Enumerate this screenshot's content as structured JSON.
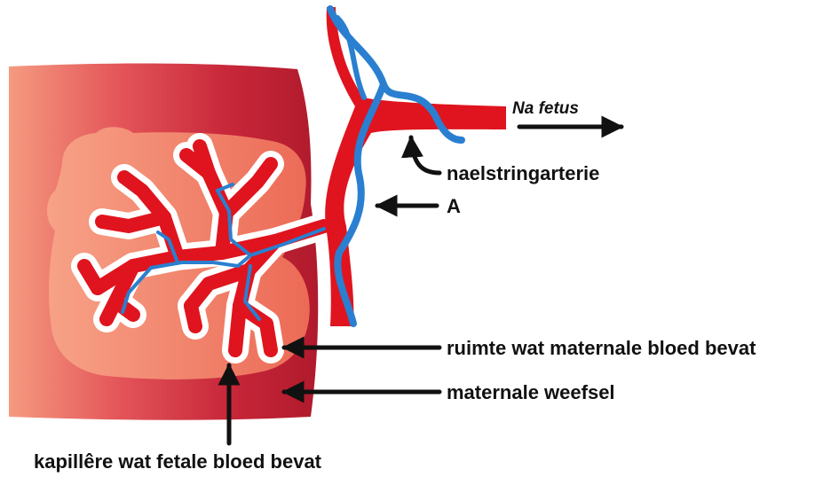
{
  "labels": {
    "to_fetus": "Na fetus",
    "umbilical_artery": "naelstringarterie",
    "a": "A",
    "space_maternal_blood": "ruimte wat maternale bloed bevat",
    "maternal_tissue": "maternale weefsel",
    "capillary_fetal_blood": "kapillêre wat fetale bloed bevat"
  },
  "colors": {
    "artery_red": "#e0141e",
    "vein_blue": "#2a7fd0",
    "tissue_dark": "#b81c2c",
    "tissue_light": "#f38a72",
    "space_fill": "#f07e62",
    "arrow": "#111111"
  }
}
